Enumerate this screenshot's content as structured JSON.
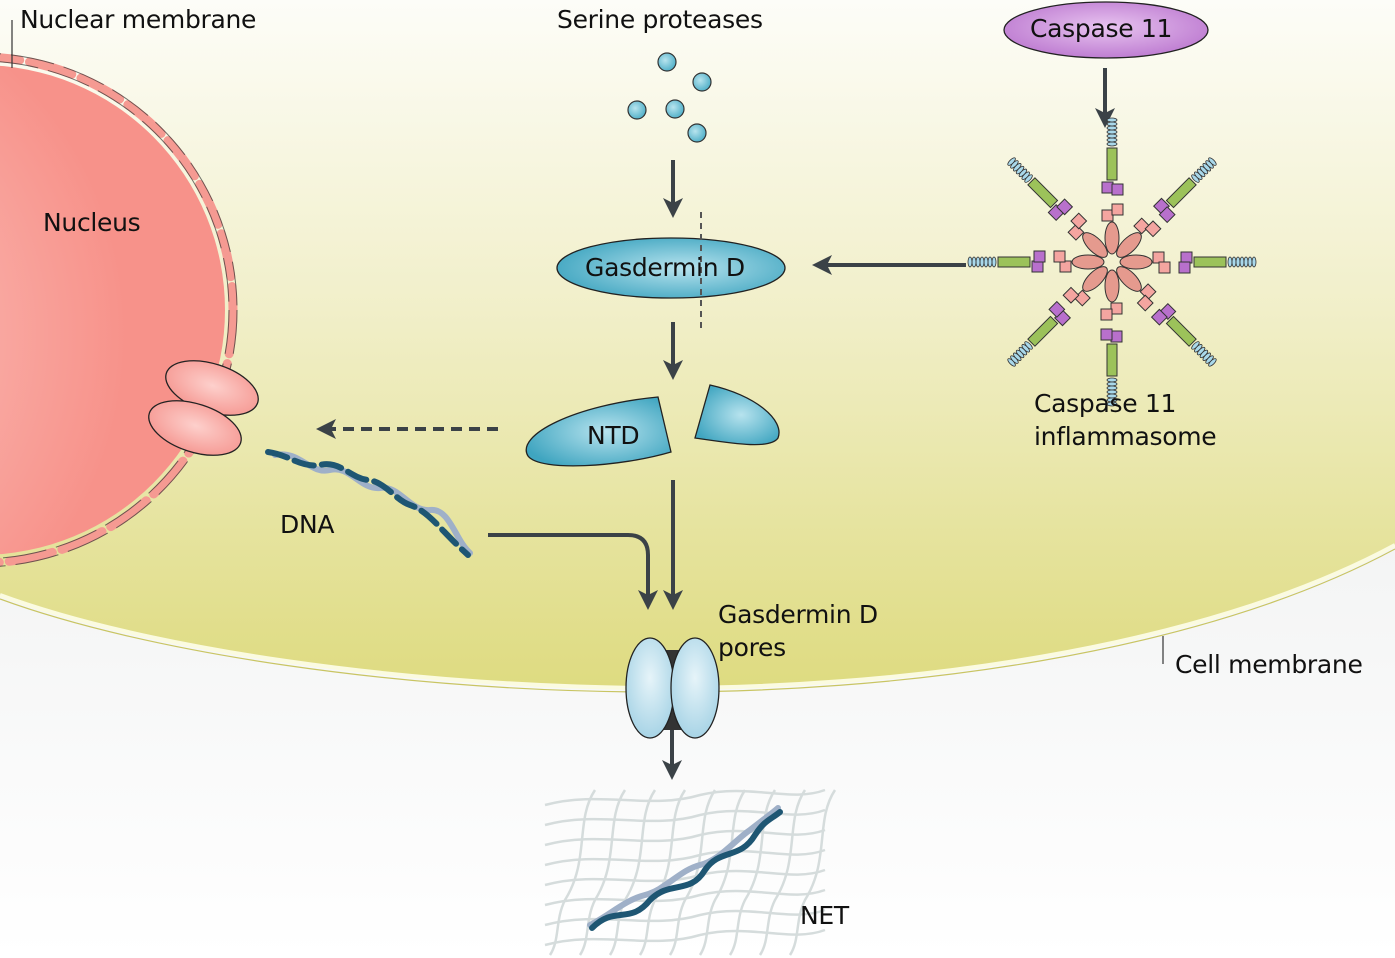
{
  "diagram": {
    "title": "Gasdermin D pathway to NET formation",
    "labels": {
      "nuclear_membrane": "Nuclear membrane",
      "nucleus": "Nucleus",
      "serine_proteases": "Serine proteases",
      "caspase11": "Caspase 11",
      "gasdermin_d": "Gasdermin D",
      "ntd": "NTD",
      "dna": "DNA",
      "caspase11_inflammasome_line1": "Caspase 11",
      "caspase11_inflammasome_line2": "inflammasome",
      "gsdmd_pores_line1": "Gasdermin D",
      "gsdmd_pores_line2": "pores",
      "cell_membrane": "Cell membrane",
      "net": "NET"
    },
    "colors": {
      "cytoplasm": "#e4e08e",
      "cytoplasm_light": "#fbfbf3",
      "extracellular": "#e6e8e8",
      "nucleus": "#f79a93",
      "nucleus_light": "#fcc7c2",
      "gasdermin": "#5fb9cf",
      "gasdermin_light": "#a8dce8",
      "caspase": "#c98ad8",
      "arrow": "#3b4247",
      "dna_dark": "#1e5673",
      "dna_light": "#9fb0c8",
      "pore": "#d6ecf4",
      "inflammasome_green": "#9cc25a",
      "inflammasome_purple": "#b870cc",
      "inflammasome_pink": "#f4a5a0",
      "inflammasome_blue": "#a9d8ea"
    },
    "edges": [
      {
        "from": "serine_proteases",
        "to": "gasdermin_d",
        "style": "solid"
      },
      {
        "from": "caspase11",
        "to": "caspase11_inflammasome",
        "style": "solid"
      },
      {
        "from": "caspase11_inflammasome",
        "to": "gasdermin_d",
        "style": "solid"
      },
      {
        "from": "gasdermin_d",
        "to": "ntd",
        "style": "solid",
        "note": "cleavage"
      },
      {
        "from": "ntd",
        "to": "nucleus",
        "style": "dashed"
      },
      {
        "from": "ntd",
        "to": "gsdmd_pores",
        "style": "solid"
      },
      {
        "from": "dna",
        "to": "gsdmd_pores",
        "style": "solid"
      },
      {
        "from": "gsdmd_pores",
        "to": "net",
        "style": "solid"
      }
    ]
  }
}
